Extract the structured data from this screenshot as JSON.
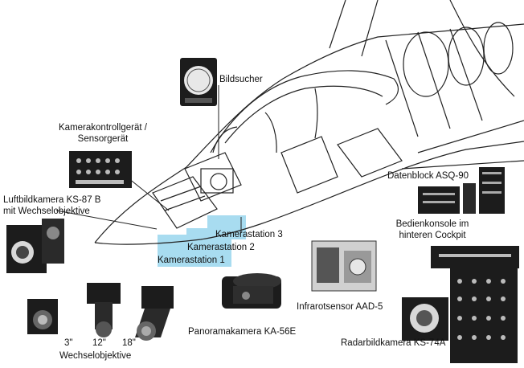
{
  "labels": {
    "bildsucher": "Bildsucher",
    "kamerakontroll_l1": "Kamerakontrollgerät /",
    "kamerakontroll_l2": "Sensorgerät",
    "luftbild_l1": "Luftbildkamera KS-87 B",
    "luftbild_l2": "mit Wechselobjektive",
    "station3": "Kamerastation 3",
    "station2": "Kamerastation 2",
    "station1": "Kamerastation 1",
    "datenblock": "Datenblock ASQ-90",
    "bedien_l1": "Bedienkonsole im",
    "bedien_l2": "hinteren Cockpit",
    "infrarot": "Infrarotsensor AAD-5",
    "panorama": "Panoramakamera KA-56E",
    "radar": "Radarbildkamera KS-74A",
    "lens_3": "3\"",
    "lens_12": "12\"",
    "lens_18": "18\"",
    "wechsel": "Wechselobjektive"
  },
  "colors": {
    "station_highlight": "#a8dcf0",
    "line": "#222222",
    "device": "#1c1c1c"
  }
}
